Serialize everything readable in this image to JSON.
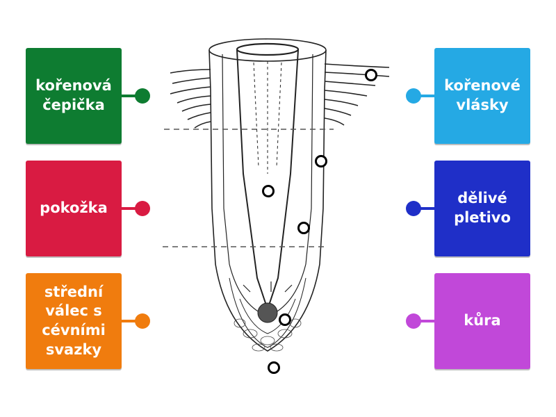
{
  "labels": {
    "root_cap": {
      "text": "kořenová\nčepička",
      "color": "#0e7c31"
    },
    "epidermis": {
      "text": "pokožka",
      "color": "#d91b42"
    },
    "vascular_cylinder": {
      "text": "střední\nválec s\ncévními\nsvazky",
      "color": "#f07c0e"
    },
    "root_hairs": {
      "text": "kořenové\nvlásky",
      "color": "#25a9e4"
    },
    "meristem": {
      "text": "dělivé\npletivo",
      "color": "#1f2fc8"
    },
    "cortex": {
      "text": "kůra",
      "color": "#c148d9"
    }
  },
  "diagram": {
    "icon": "root-cross-section-illustration"
  }
}
